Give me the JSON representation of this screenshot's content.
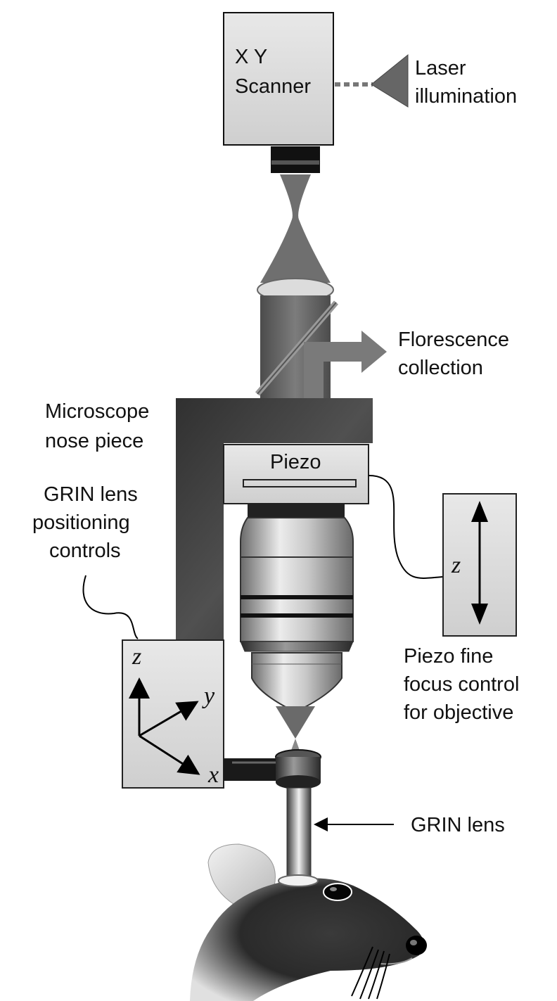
{
  "labels": {
    "scanner": [
      "X Y",
      "Scanner"
    ],
    "laser": [
      "Laser",
      "illumination"
    ],
    "fluorescence": [
      "Florescence",
      "collection"
    ],
    "nosepiece": [
      "Microscope",
      "nose piece"
    ],
    "piezo": "Piezo",
    "grin_controls": [
      "GRIN lens",
      "positioning",
      "controls"
    ],
    "piezo_focus": [
      "Piezo fine",
      "focus control",
      "for objective"
    ],
    "grin_lens": "GRIN lens"
  },
  "axes": {
    "piezo_axis": "z",
    "stage_z": "z",
    "stage_y": "y",
    "stage_x": "x"
  }
}
